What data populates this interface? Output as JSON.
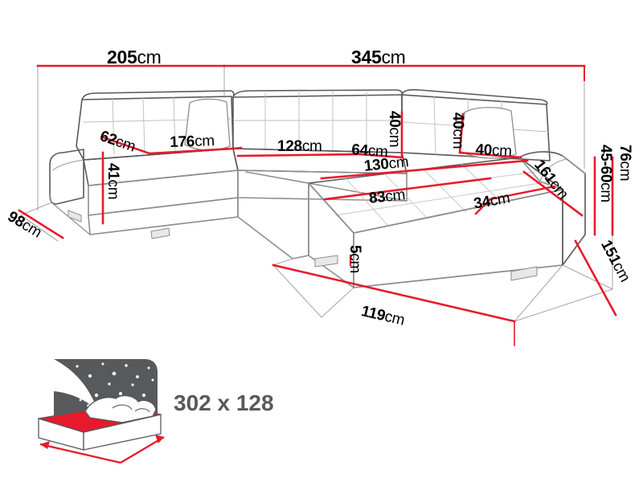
{
  "drawing": {
    "title": "Sectional corner sofa bed technical dimension drawing",
    "unit": "cm",
    "colors": {
      "dimension_line": "#e8192c",
      "outline": "#58595b",
      "outline_light": "#8d8e90",
      "bed_accent": "#e8192c",
      "bed_sky": "#58595b",
      "background": "#ffffff"
    }
  },
  "dimensions": {
    "overall_left_width": {
      "value": "205",
      "unit": "cm",
      "name": "overall-left-width"
    },
    "overall_right_width": {
      "value": "345",
      "unit": "cm",
      "name": "overall-right-width"
    },
    "backrest_height": {
      "value": "62",
      "unit": "cm",
      "name": "backrest-height"
    },
    "left_seat_length": {
      "value": "176",
      "unit": "cm",
      "name": "left-seat-length"
    },
    "left_seat_height": {
      "value": "41",
      "unit": "cm",
      "name": "left-seat-height"
    },
    "left_depth": {
      "value": "98",
      "unit": "cm",
      "name": "left-depth"
    },
    "middle_seat_length": {
      "value": "128",
      "unit": "cm",
      "name": "middle-seat-length"
    },
    "corner_seat_length": {
      "value": "64",
      "unit": "cm",
      "name": "corner-seat-length"
    },
    "back_cushion_height": {
      "value": "40",
      "unit": "cm",
      "name": "back-cushion-height"
    },
    "pillow_height": {
      "value": "40",
      "unit": "cm",
      "name": "pillow-height"
    },
    "pillow_width": {
      "value": "40",
      "unit": "cm",
      "name": "pillow-width"
    },
    "chaise_seat_length": {
      "value": "130",
      "unit": "cm",
      "name": "chaise-seat-length"
    },
    "chaise_seat_front": {
      "value": "83",
      "unit": "cm",
      "name": "chaise-seat-front"
    },
    "armrest_width": {
      "value": "34",
      "unit": "cm",
      "name": "armrest-width"
    },
    "chaise_depth": {
      "value": "161",
      "unit": "cm",
      "name": "chaise-depth"
    },
    "total_height": {
      "value": "76",
      "unit": "cm",
      "name": "total-height"
    },
    "seat_height_range": {
      "value": "45-60",
      "unit": "cm",
      "name": "seat-height-range"
    },
    "right_depth": {
      "value": "151",
      "unit": "cm",
      "name": "right-depth"
    },
    "clearance_height": {
      "value": "5",
      "unit": "cm",
      "name": "clearance-height"
    },
    "front_width": {
      "value": "119",
      "unit": "cm",
      "name": "front-width"
    }
  },
  "sleeping_function": {
    "label": "302 x 128",
    "icon_name": "bed-sleeping-function-icon"
  }
}
